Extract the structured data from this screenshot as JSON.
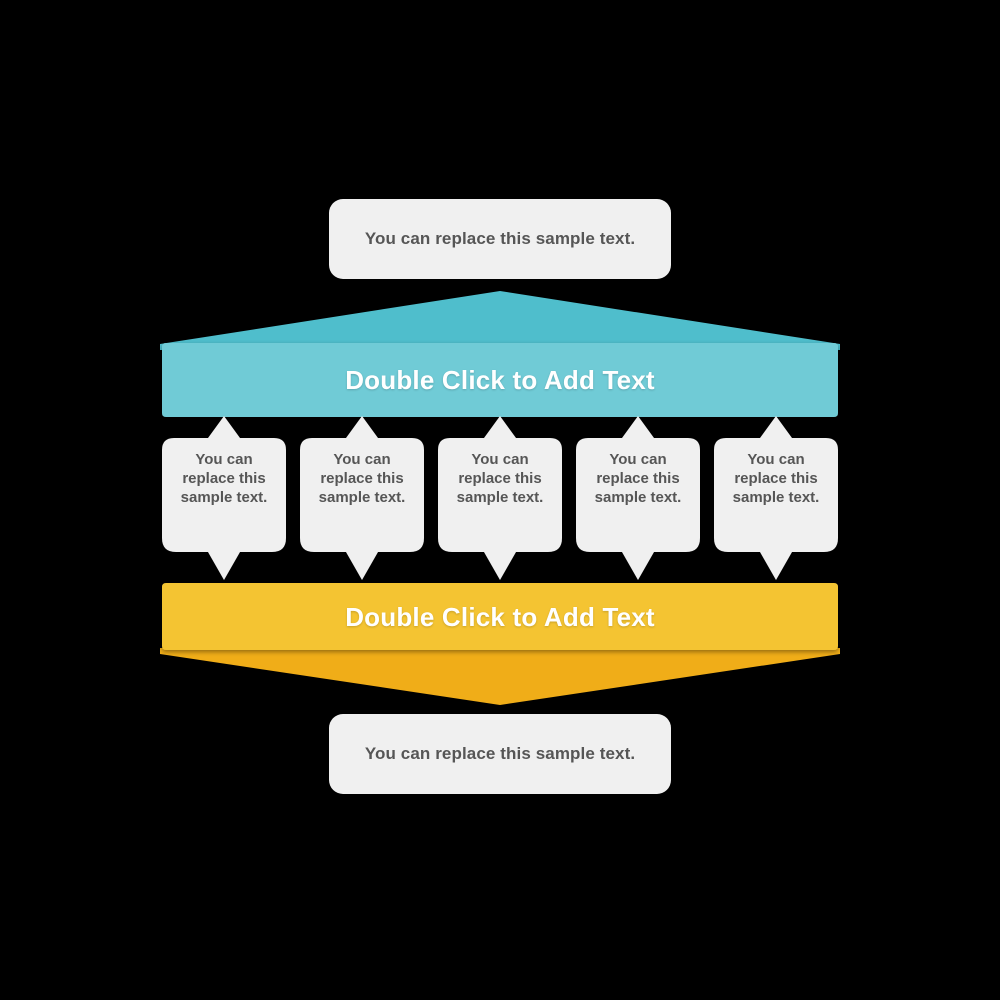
{
  "diagram": {
    "title": "Double Click to Add Text funnel diagram",
    "background_color": "#000000"
  },
  "colors": {
    "teal_bar": "#6FCBD6",
    "teal_roof": "#4FBECC",
    "yellow_bar": "#F4C430",
    "yellow_foot": "#F0AD18",
    "note_fill": "#F0F0F0",
    "note_text": "#565656",
    "banner_text": "#FFFFFF"
  },
  "top_note": {
    "text": "You can replace this sample text."
  },
  "teal_banner": {
    "label": "Double Click to Add Text"
  },
  "callouts": [
    {
      "text": "You can replace this sample text."
    },
    {
      "text": "You can replace this sample text."
    },
    {
      "text": "You can replace this sample text."
    },
    {
      "text": "You can replace this sample text."
    },
    {
      "text": "You can replace this sample text."
    }
  ],
  "yellow_banner": {
    "label": "Double Click to Add Text"
  },
  "bottom_note": {
    "text": "You can replace this sample text."
  }
}
